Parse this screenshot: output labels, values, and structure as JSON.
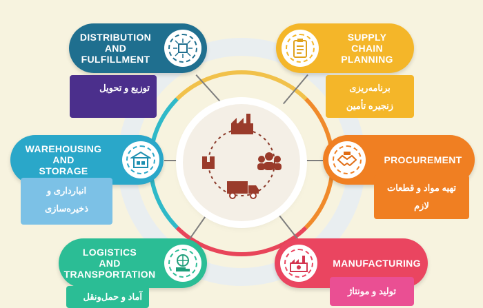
{
  "colors": {
    "distribution": "#1f6f8f",
    "supply": "#f4b629",
    "warehousing": "#2aa7c9",
    "procurement": "#f07f22",
    "logistics": "#2bbd95",
    "manufacturing": "#ea4560"
  },
  "nodes": {
    "distribution": {
      "title_1": "DISTRIBUTION",
      "title_2": "AND",
      "title_3": "FULFILLMENT",
      "fa": "توزیع و تحویل",
      "icon": "box-arrows-icon"
    },
    "supply": {
      "title_1": "SUPPLY",
      "title_2": "CHAIN",
      "title_3": "PLANNING",
      "fa_1": "برنامه‌ریزی",
      "fa_2": "زنجیره تأمین",
      "icon": "clipboard-icon"
    },
    "warehousing": {
      "title_1": "WAREHOUSING",
      "title_2": "AND",
      "title_3": "STORAGE",
      "fa_1": "انبارداری و",
      "fa_2": "ذخیره‌سازی",
      "icon": "warehouse-icon"
    },
    "procurement": {
      "title_1": "PROCUREMENT",
      "fa_1": "تهیه مواد و قطعات",
      "fa_2": "لازم",
      "icon": "handshake-icon"
    },
    "logistics": {
      "title_1": "LOGISTICS",
      "title_2": "AND",
      "title_3": "TRANSPORTATION",
      "fa": "آماد و حمل‌ونقل",
      "icon": "globe-truck-icon"
    },
    "manufacturing": {
      "title_1": "MANUFACTURING",
      "fa": "تولید و مونتاژ",
      "icon": "factory-gear-icon"
    }
  },
  "hub": {
    "icons": [
      "factory-icon",
      "people-icon",
      "truck-icon",
      "box-icon"
    ]
  }
}
